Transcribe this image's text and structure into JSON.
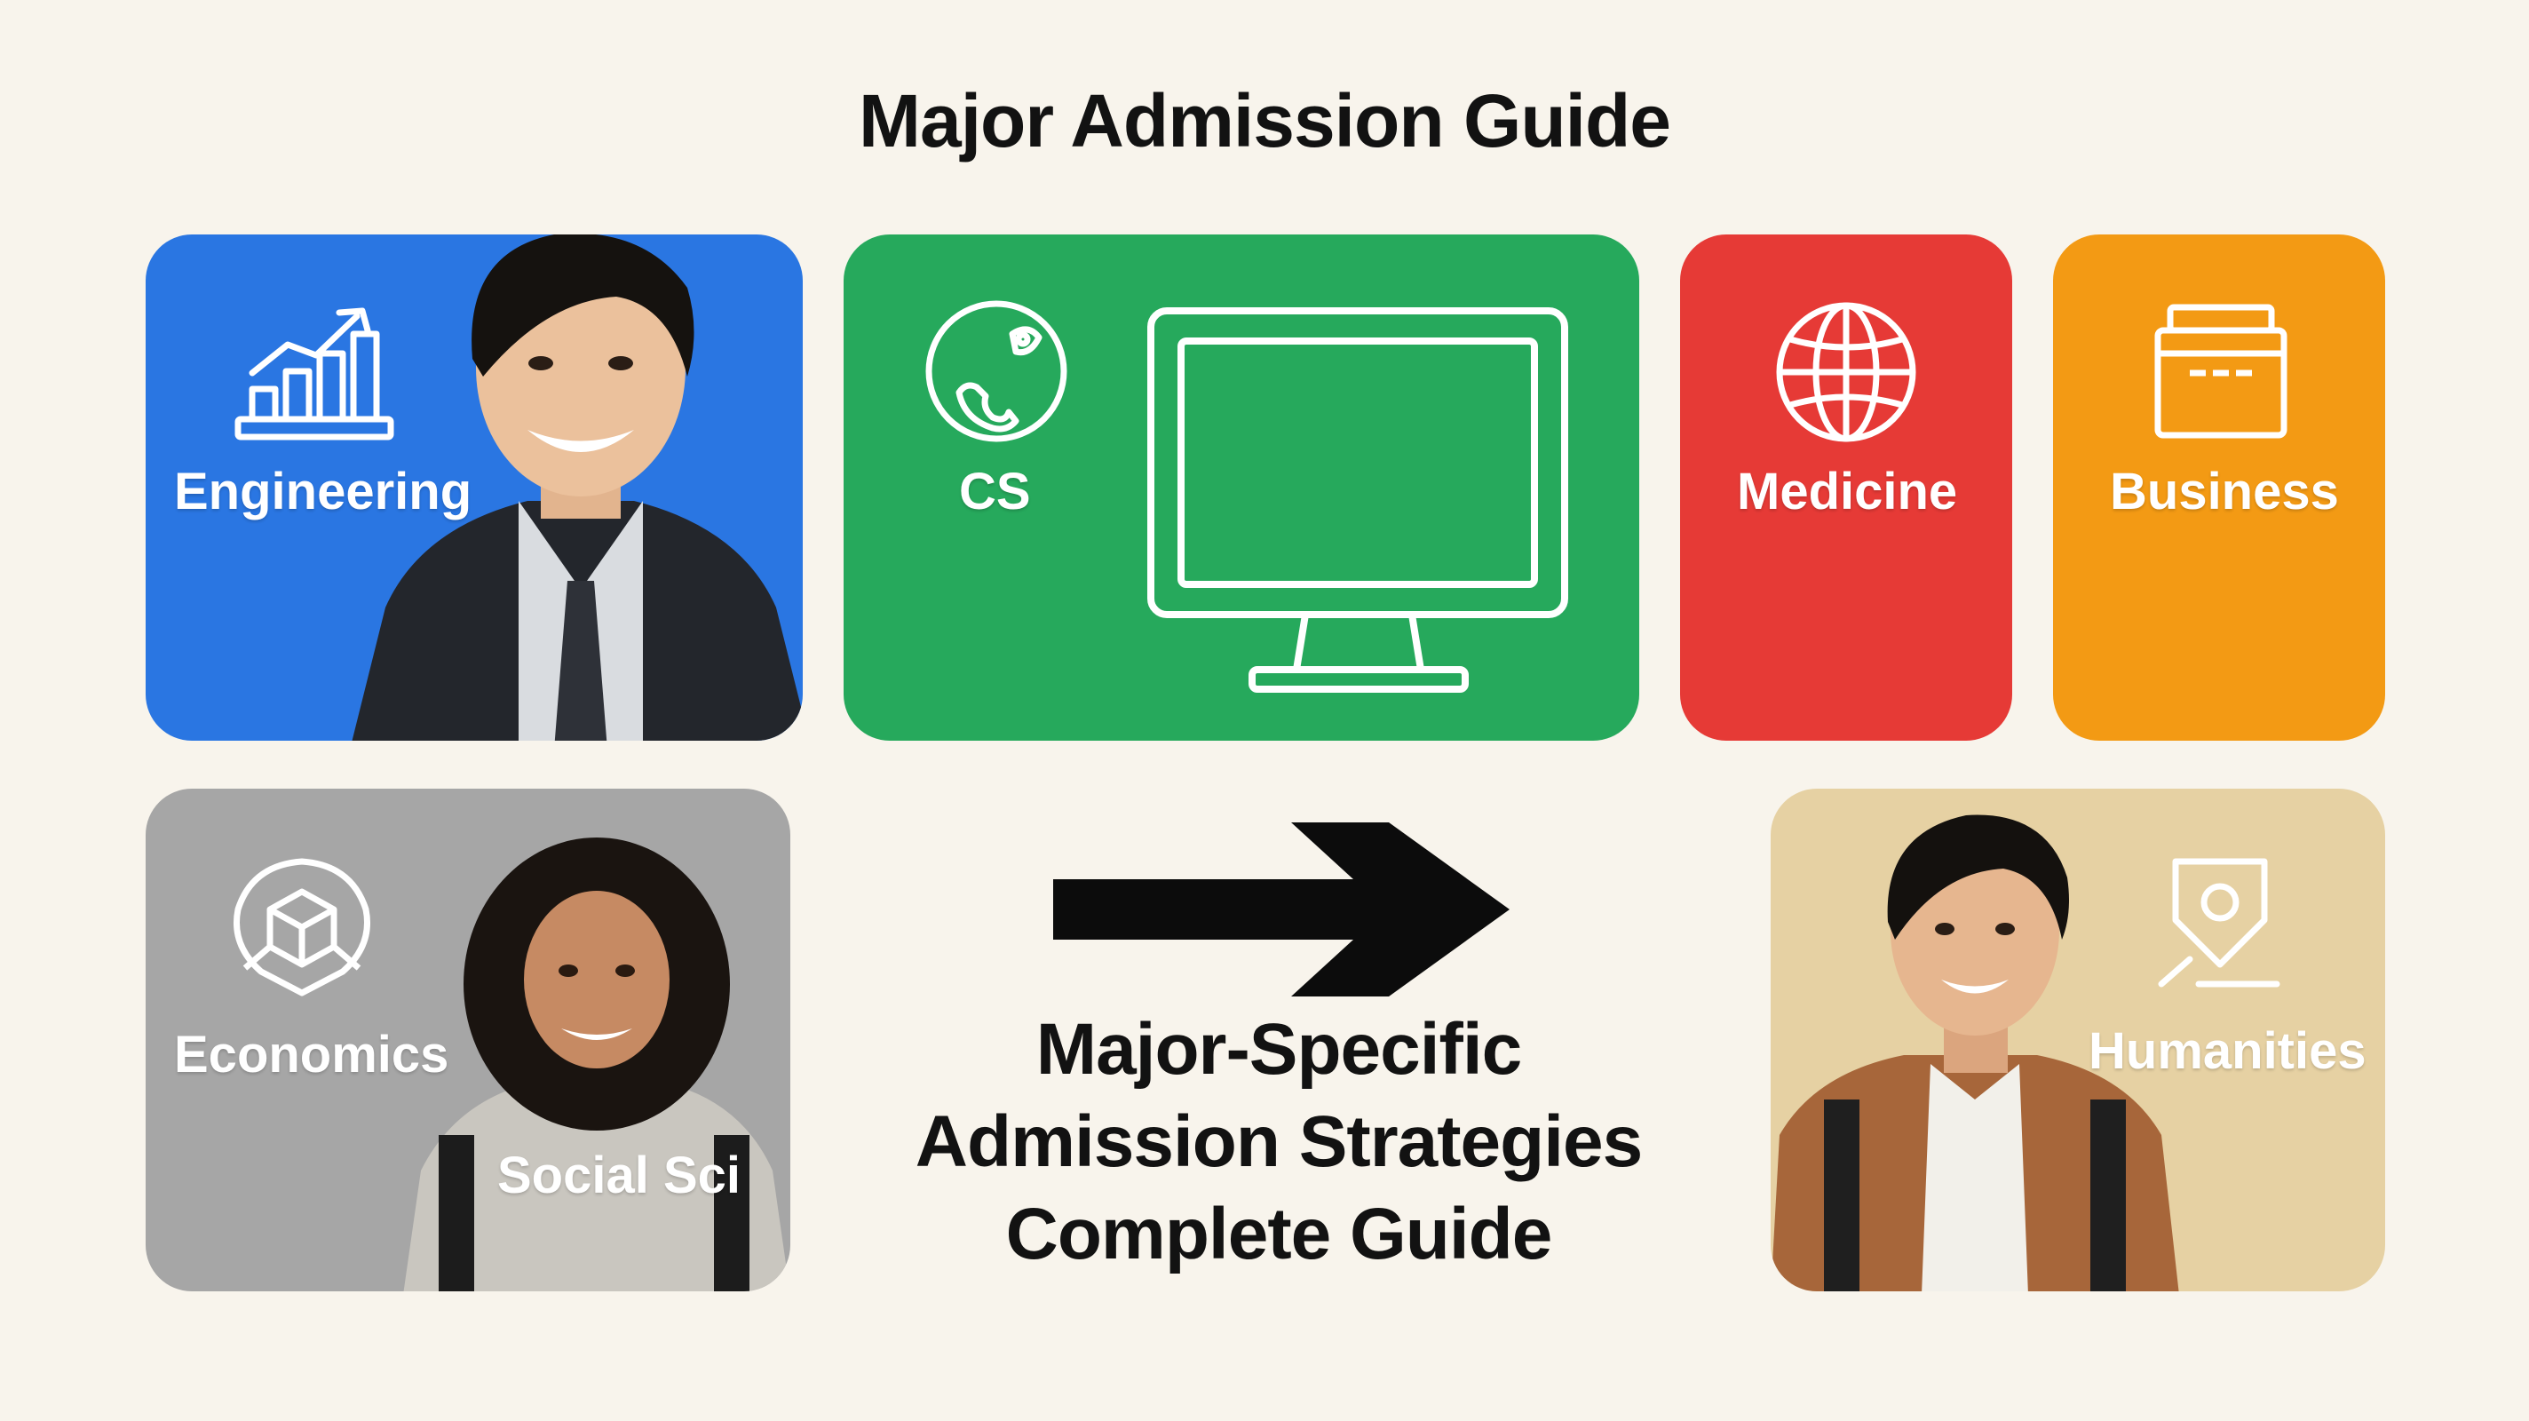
{
  "title": "Major Admission Guide",
  "cards": {
    "engineering": {
      "label": "Engineering",
      "icon": "bar-chart-growth-icon",
      "color": "#2a76e2"
    },
    "cs": {
      "label": "CS",
      "icon": "globe-phone-icon",
      "color": "#26a95c"
    },
    "medicine": {
      "label": "Medicine",
      "icon": "globe-icon",
      "color": "#e63a36"
    },
    "business": {
      "label": "Business",
      "icon": "briefcase-icon",
      "color": "#f39a14"
    },
    "economics": {
      "label": "Economics",
      "second_label": "Social Sci",
      "icon": "hexagon-cube-icon",
      "color": "#a6a6a6"
    },
    "humanities": {
      "label": "Humanities",
      "icon": "location-pin-icon",
      "color": "#e6d1a3"
    }
  },
  "subtitle": {
    "line1": "Major-Specific",
    "line2": "Admission Strategies",
    "line3": "Complete Guide"
  }
}
